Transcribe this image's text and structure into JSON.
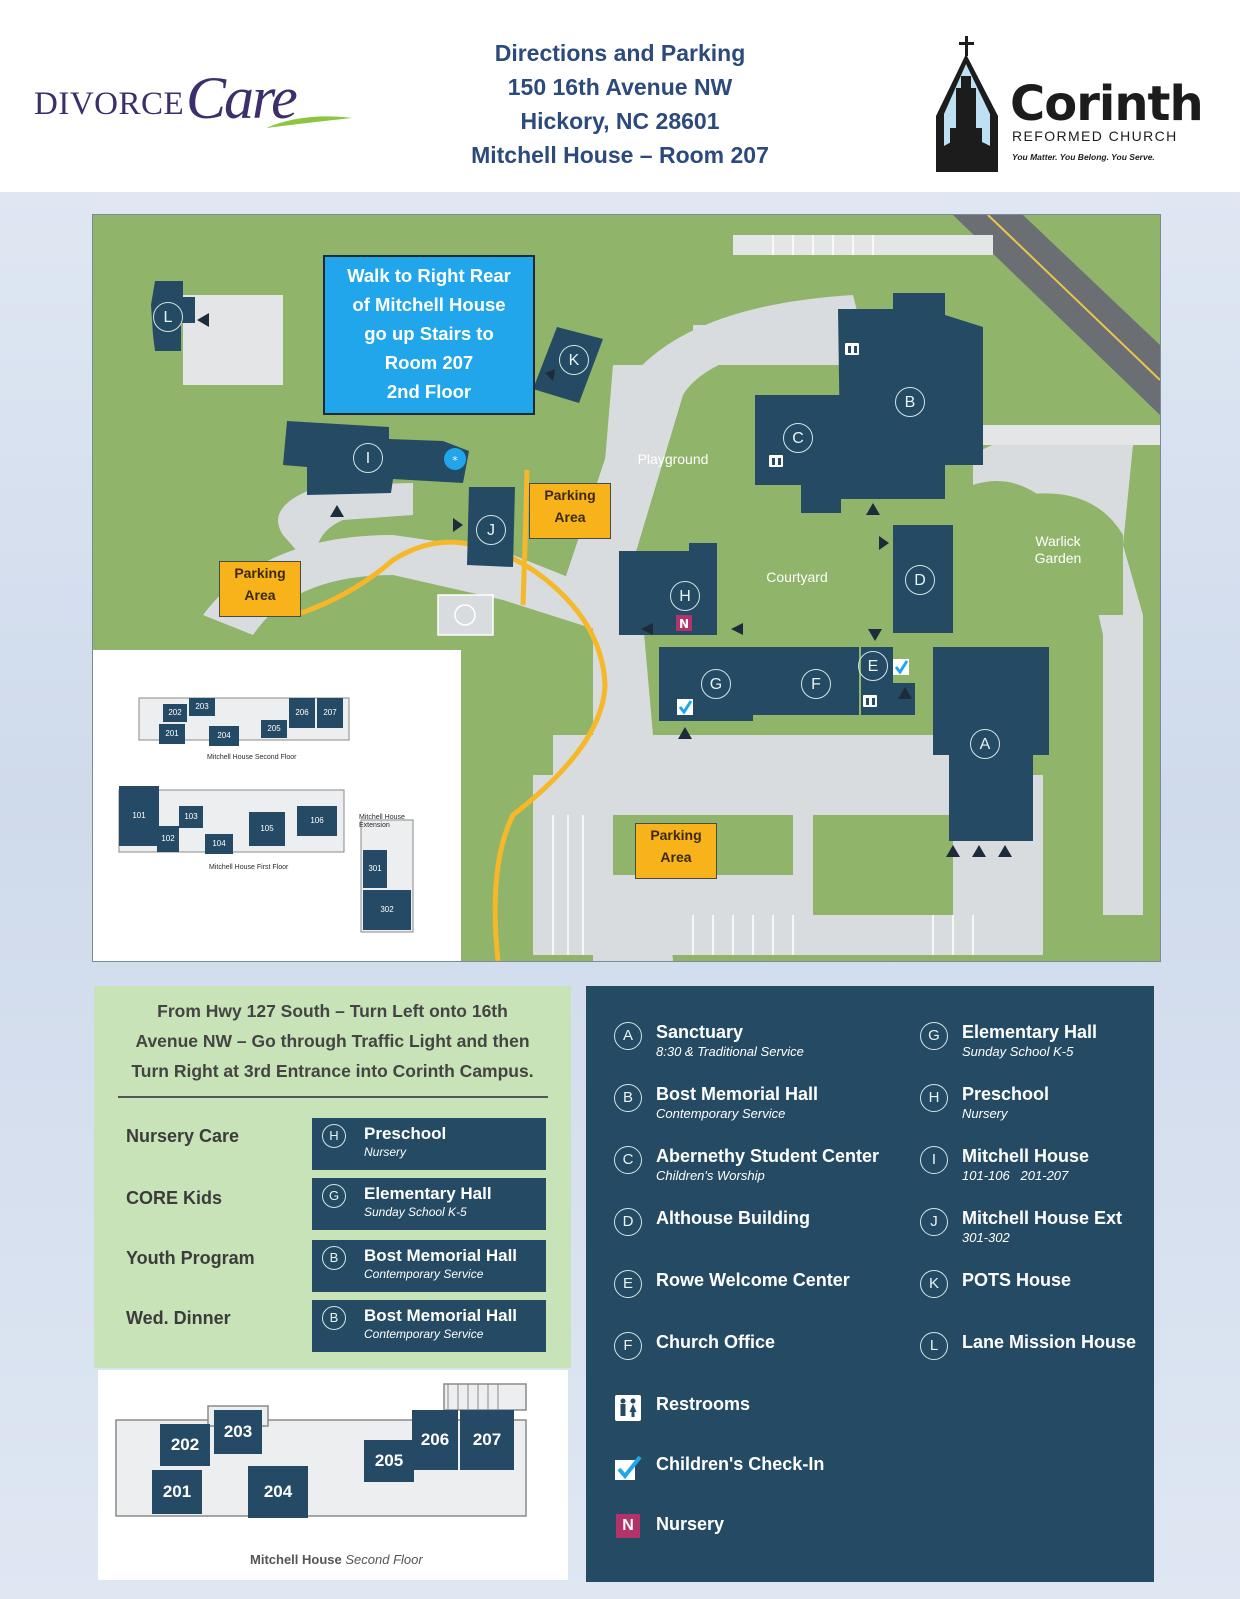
{
  "header": {
    "title": "Directions and Parking",
    "address_line": "150 16th Avenue NW",
    "city_line": "Hickory, NC 28601",
    "room_line": "Mitchell House – Room 207"
  },
  "logos": {
    "divorcecare_word": "DIVORCE",
    "divorcecare_care": "Care",
    "corinth_name": "Corinth",
    "corinth_sub": "REFORMED CHURCH",
    "corinth_tagline": "You Matter. You Belong. You Serve."
  },
  "map": {
    "callout_lines": [
      "Walk to Right Rear",
      "of Mitchell House",
      "go up Stairs to",
      "Room 207",
      "2nd Floor"
    ],
    "labels": {
      "playground": "Playground",
      "courtyard": "Courtyard",
      "warlick_garden": "Warlick Garden"
    },
    "parking_label": [
      "Parking",
      "Area"
    ],
    "buildings": [
      "A",
      "B",
      "C",
      "D",
      "E",
      "F",
      "G",
      "H",
      "I",
      "J",
      "K",
      "L"
    ],
    "nursery_mark": "N",
    "inset": {
      "second_floor_caption": "Mitchell House Second Floor",
      "first_floor_caption": "Mitchell House First Floor",
      "extension_caption": "Mitchell House Extension",
      "second_floor_rooms": [
        "202",
        "203",
        "201",
        "204",
        "205",
        "206",
        "207"
      ],
      "first_floor_rooms": [
        "101",
        "103",
        "102",
        "104",
        "105",
        "106"
      ],
      "extension_rooms": [
        "301",
        "302"
      ]
    }
  },
  "directions": {
    "line1": "From Hwy 127 South – Turn Left onto 16th",
    "line2": "Avenue NW – Go through Traffic Light and then",
    "line3": "Turn Right at 3rd Entrance into Corinth Campus.",
    "programs": [
      {
        "label": "Nursery Care",
        "letter": "H",
        "building": "Preschool",
        "sub": "Nursery"
      },
      {
        "label": "CORE Kids",
        "letter": "G",
        "building": "Elementary Hall",
        "sub": "Sunday School K-5"
      },
      {
        "label": "Youth Program",
        "letter": "B",
        "building": "Bost Memorial Hall",
        "sub": "Contemporary Service"
      },
      {
        "label": "Wed. Dinner",
        "letter": "B",
        "building": "Bost Memorial Hall",
        "sub": "Contemporary Service"
      }
    ]
  },
  "second_floor": {
    "caption_bold": "Mitchell House",
    "caption_italic": "Second Floor",
    "rooms": [
      "202",
      "203",
      "201",
      "204",
      "205",
      "206",
      "207"
    ]
  },
  "legend": {
    "left": [
      {
        "letter": "A",
        "name": "Sanctuary",
        "sub": "8:30 & Traditional Service"
      },
      {
        "letter": "B",
        "name": "Bost Memorial Hall",
        "sub": "Contemporary Service"
      },
      {
        "letter": "C",
        "name": "Abernethy Student Center",
        "sub": "Children's Worship"
      },
      {
        "letter": "D",
        "name": "Althouse Building",
        "sub": ""
      },
      {
        "letter": "E",
        "name": "Rowe Welcome Center",
        "sub": ""
      },
      {
        "letter": "F",
        "name": "Church Office",
        "sub": ""
      }
    ],
    "right": [
      {
        "letter": "G",
        "name": "Elementary Hall",
        "sub": "Sunday School K-5"
      },
      {
        "letter": "H",
        "name": "Preschool",
        "sub": "Nursery"
      },
      {
        "letter": "I",
        "name": "Mitchell House",
        "sub": "101-106   201-207"
      },
      {
        "letter": "J",
        "name": "Mitchell House Ext",
        "sub": "301-302"
      },
      {
        "letter": "K",
        "name": "POTS House",
        "sub": ""
      },
      {
        "letter": "L",
        "name": "Lane Mission House",
        "sub": ""
      }
    ],
    "symbols": {
      "restrooms": "Restrooms",
      "checkin": "Children's Check-In",
      "nursery_letter": "N",
      "nursery": "Nursery"
    }
  },
  "colors": {
    "navy": "#254a63",
    "lawn": "#8fb46a",
    "path": "#d9dcdf",
    "parking": "#f8b31a",
    "callout": "#21a6ec",
    "route": "#f5b82a",
    "nursery": "#b2336a",
    "header_text": "#2d4a7c"
  }
}
